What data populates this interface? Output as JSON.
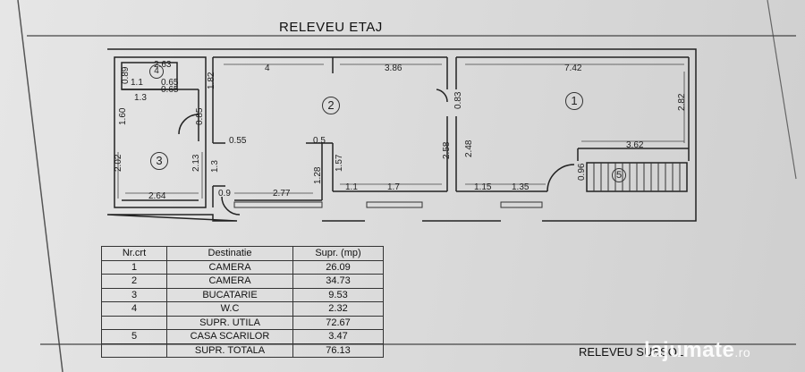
{
  "title": "RELEVEU ETAJ",
  "footer": "RELEVEU SUBSOL",
  "watermark": {
    "brand": "lajumate",
    "tld": ".ro"
  },
  "rooms": {
    "r1": "1",
    "r2": "2",
    "r3": "3",
    "r4": "4",
    "r5": "5"
  },
  "dims": {
    "d1": "0.89",
    "d2": "2.63",
    "d3": "1.1",
    "d4": "0.65",
    "d5": "0.65",
    "d6": "1.3",
    "d7": "1.60",
    "d8": "0.85",
    "d9": "2.02",
    "d10": "2.13",
    "d11": "2.64",
    "d12": "1.82",
    "d13": "4",
    "d14": "3.86",
    "d15": "0.55",
    "d16": "1.3",
    "d17": "0.9",
    "d18": "2.77",
    "d19": "0.5",
    "d20": "1.57",
    "d21": "1.28",
    "d22": "1.1",
    "d23": "1.7",
    "d24": "2.58",
    "d25": "0.83",
    "d26": "7.42",
    "d27": "2.82",
    "d28": "2.48",
    "d29": "3.62",
    "d30": "1.15",
    "d31": "1.35",
    "d32": "0.96"
  },
  "table": {
    "headers": [
      "Nr.crt",
      "Destinatie",
      "Supr. (mp)"
    ],
    "rows": [
      [
        "1",
        "CAMERA",
        "26.09"
      ],
      [
        "2",
        "CAMERA",
        "34.73"
      ],
      [
        "3",
        "BUCATARIE",
        "9.53"
      ],
      [
        "4",
        "W.C",
        "2.32"
      ],
      [
        "",
        "SUPR. UTILA",
        "72.67"
      ],
      [
        "5",
        "CASA SCARILOR",
        "3.47"
      ],
      [
        "",
        "SUPR. TOTALA",
        "76.13"
      ]
    ]
  }
}
